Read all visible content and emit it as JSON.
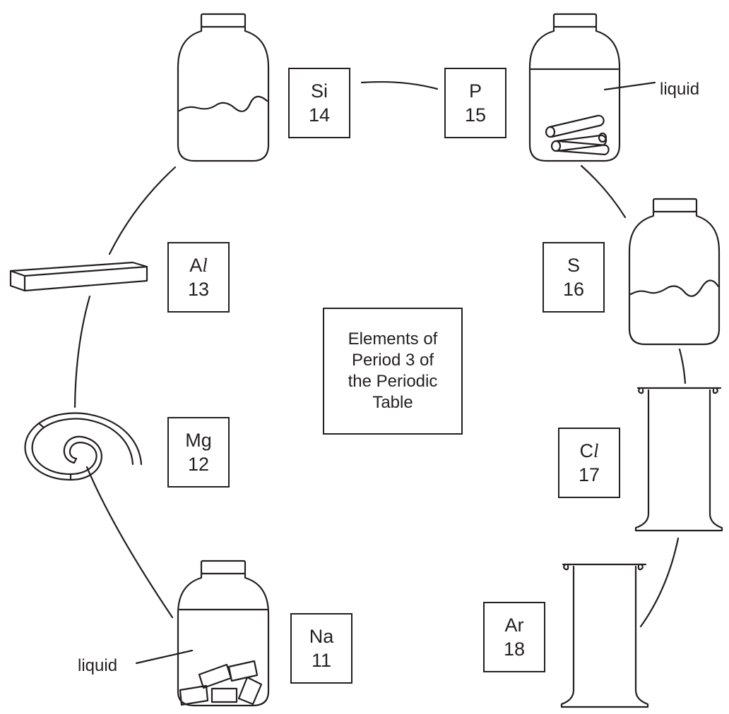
{
  "title_lines": [
    "Elements of",
    "Period 3 of",
    "the Periodic",
    "Table"
  ],
  "elements": [
    {
      "symbol": "Na",
      "number": "11"
    },
    {
      "symbol": "Mg",
      "number": "12"
    },
    {
      "symbol_main": "A",
      "symbol_italic": "l",
      "number": "13"
    },
    {
      "symbol": "Si",
      "number": "14"
    },
    {
      "symbol": "P",
      "number": "15"
    },
    {
      "symbol": "S",
      "number": "16"
    },
    {
      "symbol_main": "C",
      "symbol_italic": "l",
      "number": "17"
    },
    {
      "symbol": "Ar",
      "number": "18"
    }
  ],
  "labels": {
    "liquid_phosphorus": "liquid",
    "liquid_sodium": "liquid"
  },
  "colors": {
    "ink": "#231f20",
    "background": "#ffffff"
  }
}
